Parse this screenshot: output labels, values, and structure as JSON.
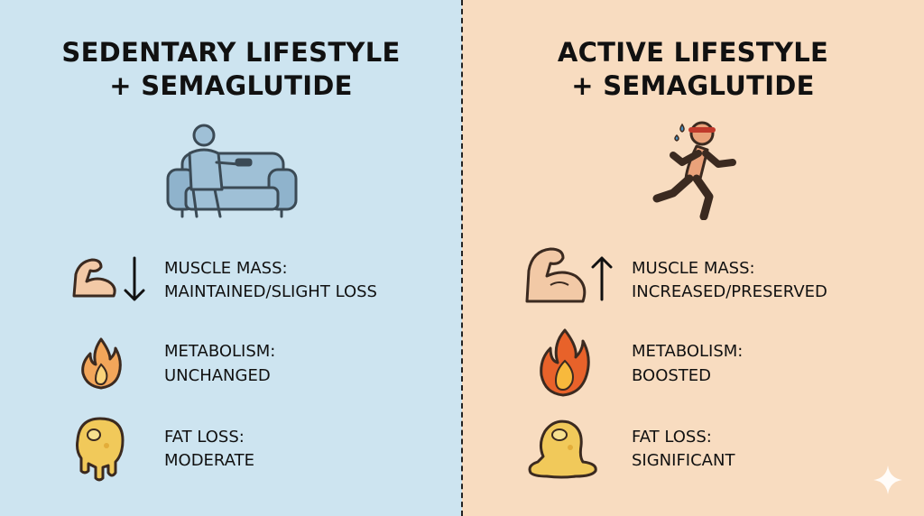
{
  "left": {
    "title": "SEDENTARY LIFESTYLE\n+ SEMAGLUTIDE",
    "hero_icon": "person-on-couch-icon",
    "rows": [
      {
        "icon": "flexed-arm-icon",
        "arrow": "arrow-down-icon",
        "heading": "MUSCLE MASS:",
        "value": "MAINTAINED/SLIGHT LOSS"
      },
      {
        "icon": "flame-icon",
        "heading": "METABOLISM:",
        "value": "UNCHANGED"
      },
      {
        "icon": "melting-fat-icon",
        "heading": "FAT LOSS:",
        "value": "MODERATE"
      }
    ],
    "color": "#cde4f0"
  },
  "right": {
    "title": "ACTIVE LIFESTYLE\n+ SEMAGLUTIDE",
    "hero_icon": "running-person-icon",
    "rows": [
      {
        "icon": "flexed-arm-icon",
        "arrow": "arrow-up-icon",
        "heading": "MUSCLE MASS:",
        "value": "INCREASED/PRESERVED"
      },
      {
        "icon": "flame-icon",
        "heading": "METABOLISM:",
        "value": "BOOSTED"
      },
      {
        "icon": "melting-fat-icon",
        "heading": "FAT LOSS:",
        "value": "SIGNIFICANT"
      }
    ],
    "color": "#f8dcc0"
  },
  "watermark_icon": "sparkle-icon"
}
